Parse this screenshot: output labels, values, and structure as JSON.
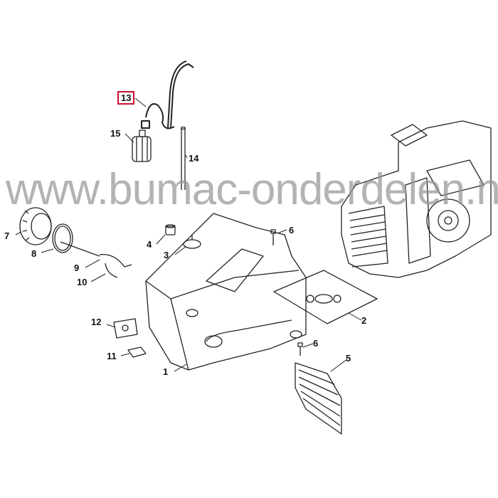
{
  "diagram": {
    "highlighted_part": "13",
    "highlight_color": "#c8102e",
    "parts": [
      {
        "id": "p1",
        "label": "1"
      },
      {
        "id": "p2",
        "label": "2"
      },
      {
        "id": "p3",
        "label": "3"
      },
      {
        "id": "p4",
        "label": "4"
      },
      {
        "id": "p5",
        "label": "5"
      },
      {
        "id": "p6a",
        "label": "6"
      },
      {
        "id": "p6b",
        "label": "6"
      },
      {
        "id": "p7",
        "label": "7"
      },
      {
        "id": "p8",
        "label": "8"
      },
      {
        "id": "p9",
        "label": "9"
      },
      {
        "id": "p10",
        "label": "10"
      },
      {
        "id": "p11",
        "label": "11"
      },
      {
        "id": "p12",
        "label": "12"
      },
      {
        "id": "p13",
        "label": "13"
      },
      {
        "id": "p14",
        "label": "14"
      },
      {
        "id": "p15",
        "label": "15"
      }
    ]
  },
  "watermark": "www.bumac-onderdelen.nl"
}
